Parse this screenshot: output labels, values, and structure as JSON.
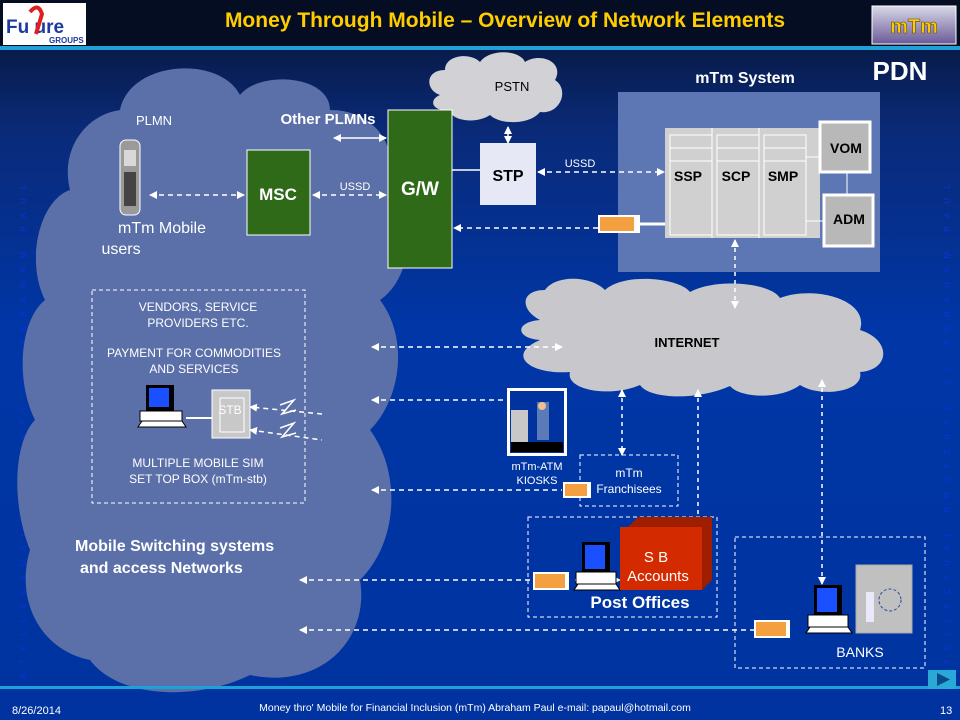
{
  "header": {
    "logo": {
      "text_main": "Fu ure",
      "text_sub": "GROUPS"
    },
    "title": "Money Through Mobile – Overview of Network Elements",
    "badge": "mTm"
  },
  "watermark": "INTELLECTUAL PROPERTY OF ABRAHAM PAUL",
  "diagram": {
    "pdn": "PDN",
    "mtm_system": "mTm System",
    "pstn": "PSTN",
    "plmn": "PLMN",
    "other_plmns": "Other PLMNs",
    "msc": "MSC",
    "gw": "G/W",
    "stp": "STP",
    "ussd_1": "USSD",
    "ussd_2": "USSD",
    "mobile_users_1": "mTm Mobile",
    "mobile_users_2": "users",
    "servers": [
      "SSP",
      "SCP",
      "SMP"
    ],
    "vom": "VOM",
    "adm": "ADM",
    "internet": "INTERNET",
    "vendors": {
      "line1": "VENDORS,  SERVICE",
      "line2": "PROVIDERS ETC.",
      "line3": "PAYMENT FOR COMMODITIES",
      "line4": "AND SERVICES",
      "stb": "STB",
      "line5": "MULTIPLE MOBILE  SIM",
      "line6": "SET TOP BOX  (mTm-stb)"
    },
    "kiosk_1": "mTm-ATM",
    "kiosk_2": "KIOSKS",
    "franchisees_1": "mTm",
    "franchisees_2": "Franchisees",
    "sb_1": "S B",
    "sb_2": "Accounts",
    "post_offices": "Post Offices",
    "banks": "BANKS",
    "msc_networks_1": "Mobile Switching systems",
    "msc_networks_2": "and access Networks"
  },
  "colors": {
    "title": "#ffcc00",
    "msc_box": "#2f6a19",
    "sb_box": "#d42a00",
    "cloud": "#5b70a8",
    "panel": "#5c77b3"
  },
  "footer": {
    "date": "8/26/2014",
    "caption": "Money thro'  Mobile for Financial Inclusion (mTm)  Abraham Paul   e-mail: papaul@hotmail.com",
    "page": "13",
    "next_icon": "play-arrow-icon"
  }
}
